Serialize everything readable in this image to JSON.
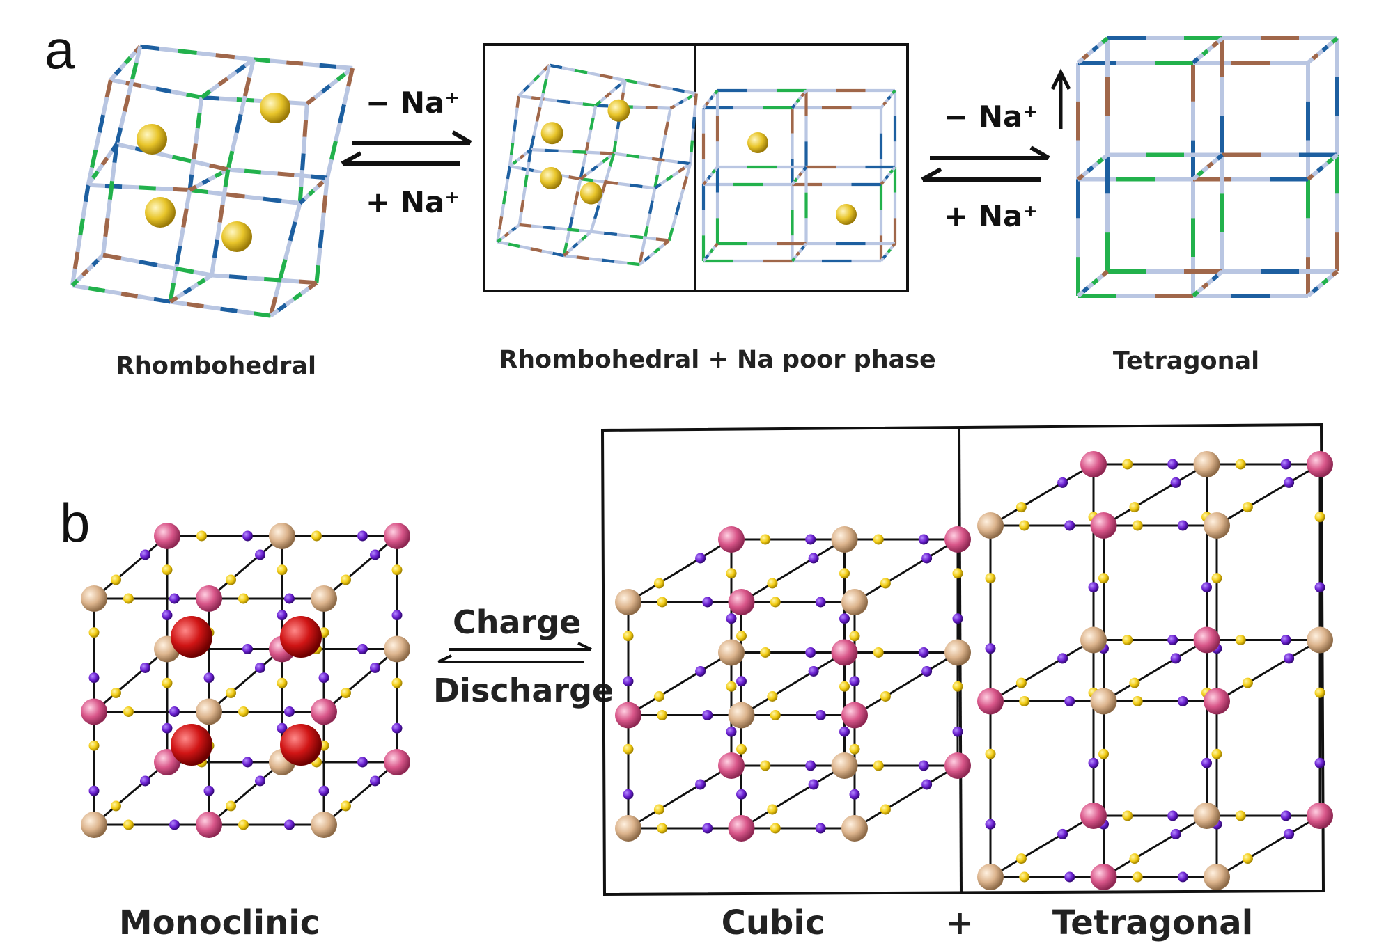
{
  "panel_a": {
    "letter": "a",
    "captions": {
      "left": "Rhombohedral",
      "middle": "Rhombohedral + Na poor phase",
      "right": "Tetragonal"
    },
    "arrow1": {
      "top": "− Na⁺",
      "bottom": "+ Na⁺"
    },
    "arrow2": {
      "top": "− Na⁺",
      "bottom": "+ Na⁺"
    }
  },
  "panel_b": {
    "letter": "b",
    "captions": {
      "left": "Monoclinic",
      "cubic": "Cubic",
      "plus": "+",
      "tetragonal": "Tetragonal"
    },
    "arrow": {
      "top": "Charge",
      "bottom": "Discharge"
    }
  },
  "colors": {
    "bond_lightblue": "#b9c6e2",
    "bond_brown": "#a0674a",
    "bond_darkblue": "#1d5fa0",
    "bond_green": "#22b14c",
    "na_sphere": "#e8c52a",
    "pink_atom": "#d9578a",
    "tan_atom": "#dcb48d",
    "purple_atom": "#6a1fd0",
    "yellow_atom": "#f2cc14",
    "red_atom": "#d01515"
  }
}
